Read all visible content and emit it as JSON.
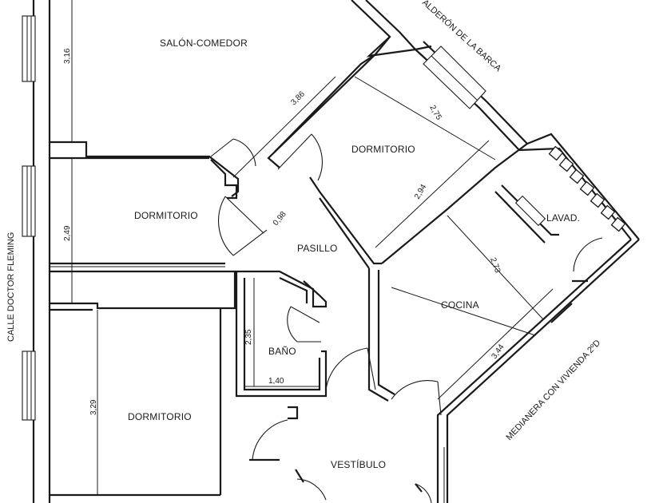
{
  "rooms": {
    "salon_comedor": "SALÓN-COMEDOR",
    "dormitorio_top": "DORMITORIO",
    "dormitorio_left": "DORMITORIO",
    "dormitorio_bottom": "DORMITORIO",
    "pasillo": "PASILLO",
    "lavadero": "LAVAD.",
    "cocina": "COCINA",
    "bano": "BAÑO",
    "vestibulo": "VESTÍBULO"
  },
  "streets": {
    "left": "CALLE DOCTOR FLEMING",
    "top_right": "ALDERÓN DE LA BARCA",
    "right": "MEDIANERA CON VIVIENDA 2ºD"
  },
  "dimensions": {
    "salon_height": "3,16",
    "salon_diag": "3,86",
    "dorm_top_width": "2,75",
    "dorm_top_diag": "2,94",
    "dorm_left_height": "2,49",
    "pasillo_width": "0,98",
    "cocina_width": "2,73",
    "cocina_diag": "3,44",
    "bano_height": "2,35",
    "bano_width": "1,40",
    "dorm_bottom_height": "3,29"
  }
}
